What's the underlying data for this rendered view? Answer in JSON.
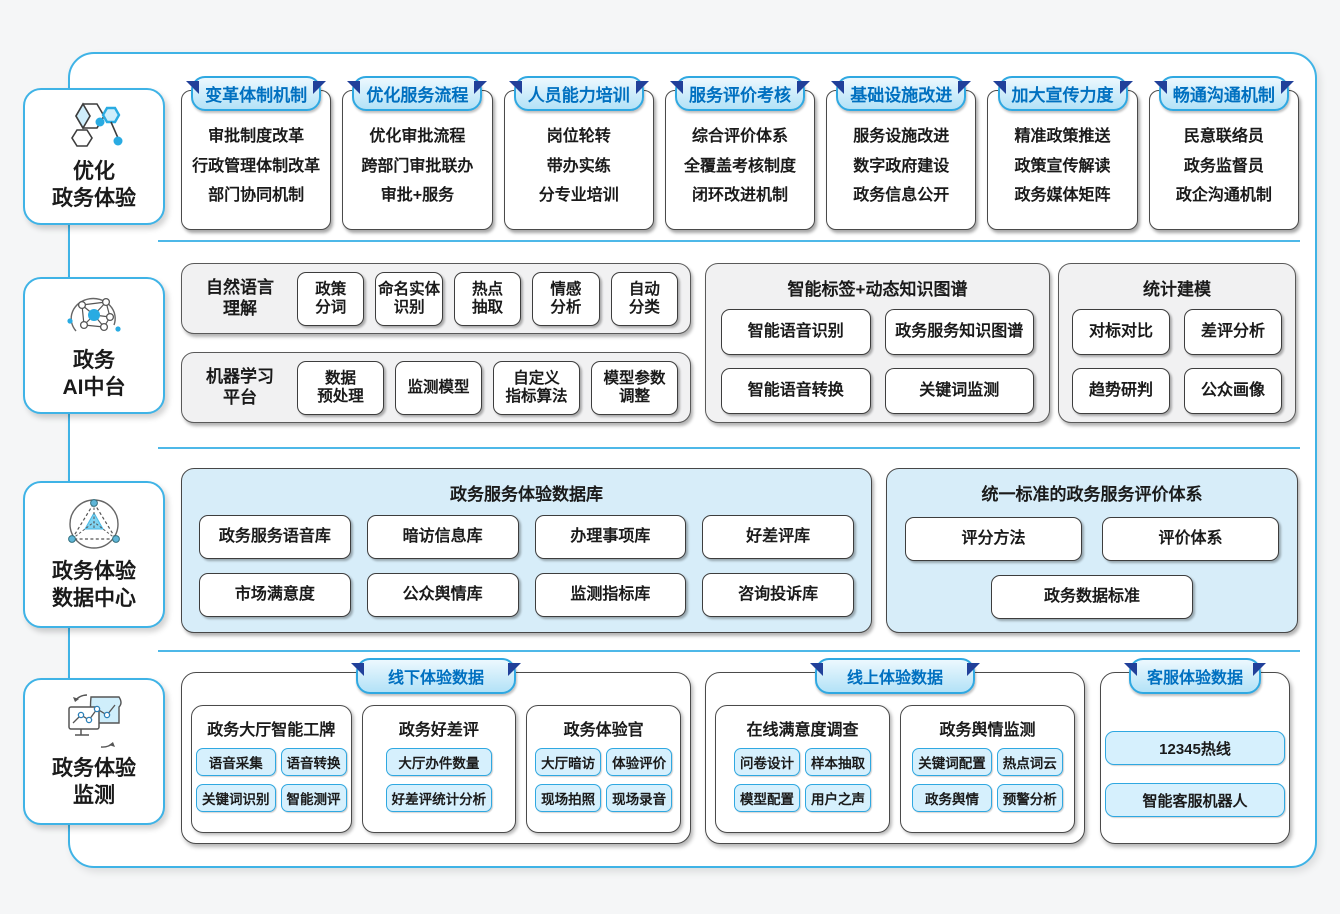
{
  "colors": {
    "accent": "#2FA8E1",
    "tab_text": "#0070C0",
    "fold_navy": "#21409A",
    "panel_gray": "#F1F1F2",
    "panel_blue": "#D7EDF9",
    "chip_blue": "#D6F0FD"
  },
  "left_nodes": [
    {
      "label": "优化\n政务体验",
      "icon": "hexagon-molecule-icon"
    },
    {
      "label": "政务\nAI中台",
      "icon": "network-graph-icon"
    },
    {
      "label": "政务体验\n数据中心",
      "icon": "data-triangle-icon"
    },
    {
      "label": "政务体验\n监测",
      "icon": "monitor-chart-icon"
    }
  ],
  "section1": {
    "cards": [
      {
        "tab": "变革体制机制",
        "items": [
          "审批制度改革",
          "行政管理体制改革",
          "部门协同机制"
        ]
      },
      {
        "tab": "优化服务流程",
        "items": [
          "优化审批流程",
          "跨部门审批联办",
          "审批+服务"
        ]
      },
      {
        "tab": "人员能力培训",
        "items": [
          "岗位轮转",
          "带办实练",
          "分专业培训"
        ]
      },
      {
        "tab": "服务评价考核",
        "items": [
          "综合评价体系",
          "全覆盖考核制度",
          "闭环改进机制"
        ]
      },
      {
        "tab": "基础设施改进",
        "items": [
          "服务设施改进",
          "数字政府建设",
          "政务信息公开"
        ]
      },
      {
        "tab": "加大宣传力度",
        "items": [
          "精准政策推送",
          "政策宣传解读",
          "政务媒体矩阵"
        ]
      },
      {
        "tab": "畅通沟通机制",
        "items": [
          "民意联络员",
          "政务监督员",
          "政企沟通机制"
        ]
      }
    ]
  },
  "section2": {
    "nlp": {
      "label": "自然语言\n理解",
      "boxes": [
        "政策\n分词",
        "命名实体\n识别",
        "热点\n抽取",
        "情感\n分析",
        "自动\n分类"
      ]
    },
    "ml": {
      "label": "机器学习\n平台",
      "boxes": [
        "数据\n预处理",
        "监测模型",
        "自定义\n指标算法",
        "模型参数\n调整"
      ]
    },
    "kg": {
      "title": "智能标签+动态知识图谱",
      "boxes": [
        "智能语音识别",
        "政务服务知识图谱",
        "智能语音转换",
        "关键词监测"
      ]
    },
    "stat": {
      "title": "统计建模",
      "boxes": [
        "对标对比",
        "差评分析",
        "趋势研判",
        "公众画像"
      ]
    }
  },
  "section3": {
    "db": {
      "title": "政务服务体验数据库",
      "boxes": [
        "政务服务语音库",
        "暗访信息库",
        "办理事项库",
        "好差评库",
        "市场满意度",
        "公众舆情库",
        "监测指标库",
        "咨询投诉库"
      ]
    },
    "eval": {
      "title": "统一标准的政务服务评价体系",
      "row1": [
        "评分方法",
        "评价体系"
      ],
      "row2": [
        "政务数据标准"
      ]
    }
  },
  "section4": {
    "offline": {
      "tab": "线下体验数据",
      "cards": [
        {
          "title": "政务大厅智能工牌",
          "chips": [
            "语音采集",
            "语音转换",
            "关键词识别",
            "智能测评"
          ]
        },
        {
          "title": "政务好差评",
          "chips": [
            "大厅办件数量",
            "好差评统计分析"
          ]
        },
        {
          "title": "政务体验官",
          "chips": [
            "大厅暗访",
            "体验评价",
            "现场拍照",
            "现场录音"
          ]
        }
      ]
    },
    "online": {
      "tab": "线上体验数据",
      "cards": [
        {
          "title": "在线满意度调查",
          "chips": [
            "问卷设计",
            "样本抽取",
            "模型配置",
            "用户之声"
          ]
        },
        {
          "title": "政务舆情监测",
          "chips": [
            "关键词配置",
            "热点词云",
            "政务舆情",
            "预警分析"
          ]
        }
      ]
    },
    "service": {
      "tab": "客服体验数据",
      "chips": [
        "12345热线",
        "智能客服机器人"
      ]
    }
  }
}
